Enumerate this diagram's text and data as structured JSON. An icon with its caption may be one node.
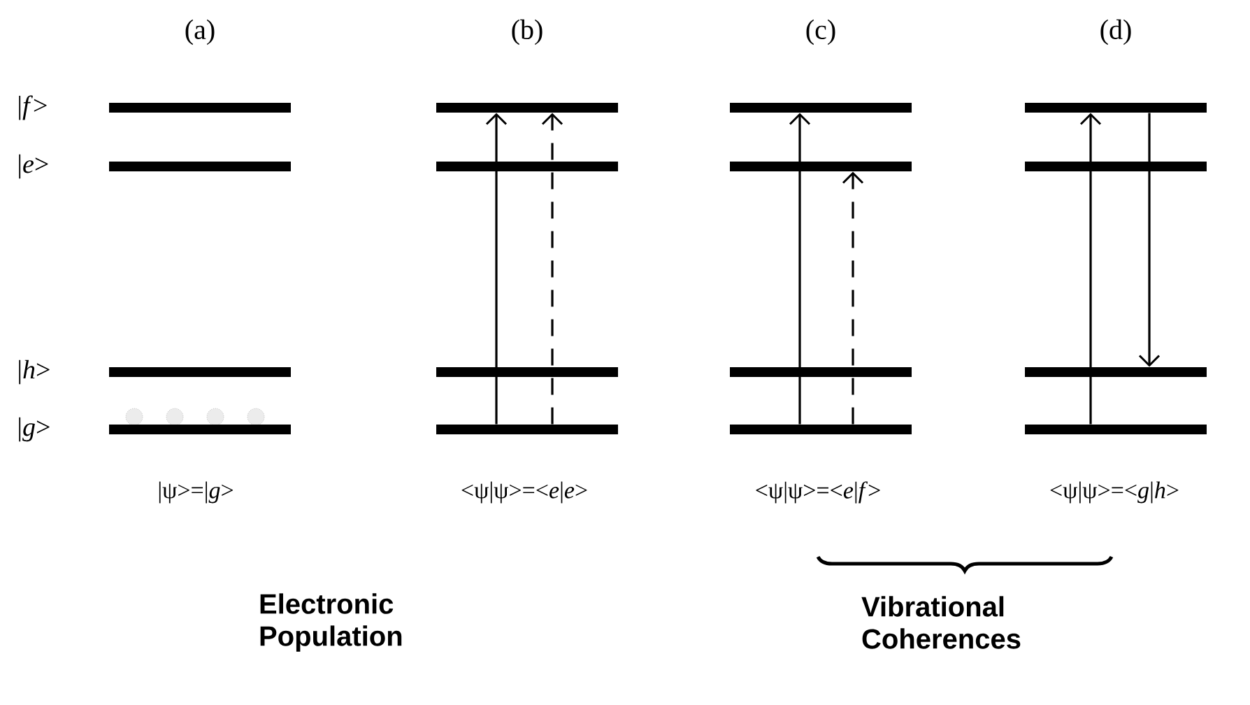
{
  "diagram": {
    "nodes": [
      {
        "text": [],
        "shape": "bar",
        "beside": [
          "|*f*>"
        ]
      },
      {
        "text": [],
        "shape": "bar",
        "beside": [
          "|*e*>"
        ]
      },
      {
        "text": [],
        "shape": "bar",
        "beside": [
          "|*h*>"
        ]
      },
      {
        "text": [],
        "shape": "bar",
        "beside": [
          "|*g*>"
        ]
      },
      {
        "text": [],
        "shape": "bar"
      },
      {
        "text": [],
        "shape": "bar"
      },
      {
        "text": [],
        "shape": "bar"
      },
      {
        "text": [],
        "shape": "bar"
      },
      {
        "text": [],
        "shape": "bar"
      },
      {
        "text": [],
        "shape": "bar"
      },
      {
        "text": [],
        "shape": "bar"
      },
      {
        "text": [],
        "shape": "bar"
      },
      {
        "text": [],
        "shape": "bar"
      },
      {
        "text": [],
        "shape": "bar"
      },
      {
        "text": [],
        "shape": "bar"
      },
      {
        "text": [],
        "shape": "bar"
      }
    ],
    "edges": [
      {
        "from": 7,
        "to": 4,
        "arrow": "to"
      },
      {
        "from": 7,
        "to": 4,
        "arrow": "to",
        "style": "dashed"
      },
      {
        "from": 11,
        "to": 8,
        "arrow": "to"
      },
      {
        "from": 11,
        "to": 9,
        "arrow": "to",
        "style": "dashed"
      },
      {
        "from": 15,
        "to": 12,
        "arrow": "to"
      },
      {
        "from": 12,
        "to": 14,
        "arrow": "to"
      }
    ],
    "labels": [
      "(a)",
      "(b)",
      "(c)",
      "(d)",
      "|ψ>=|*g*>",
      "<ψ|ψ>=<*e*|*e*>",
      "<ψ|ψ>=<*e*|*f*>",
      "<ψ|ψ>=<*g*|*h*>",
      "Electronic Population",
      "Vibrational Coherences"
    ]
  }
}
